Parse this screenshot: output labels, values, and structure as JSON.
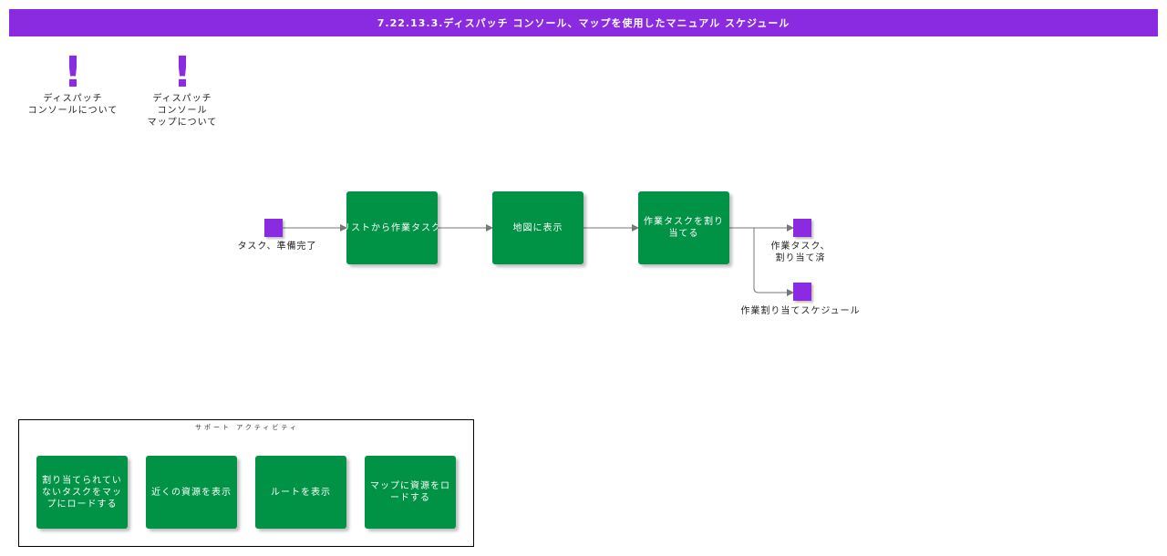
{
  "title": "7.22.13.3.ディスパッチ コンソール、マップを使用したマニュアル スケジュール",
  "info_links": [
    {
      "label": "ディスパッチ\nコンソールについて"
    },
    {
      "label": "ディスパッチ\nコンソール\nマップについて"
    }
  ],
  "info_icon_glyph": "!",
  "start_event": {
    "label": "タスク、準備完了"
  },
  "tasks": [
    {
      "label": "リストから作業タスク"
    },
    {
      "label": "地図に表示"
    },
    {
      "label": "作業タスクを割り当てる"
    }
  ],
  "end_events": [
    {
      "label": "作業タスク、\n割り当て済"
    },
    {
      "label": "作業割り当てスケジュール"
    }
  ],
  "support_group": {
    "title": "サポート アクティビティ",
    "tasks": [
      {
        "label": "割り当てられていないタスクをマップにロードする"
      },
      {
        "label": "近くの資源を表示"
      },
      {
        "label": "ルートを表示"
      },
      {
        "label": "マップに資源をロードする"
      }
    ]
  },
  "colors": {
    "accent": "#8a2be2",
    "task": "#009245",
    "connector": "#777777"
  }
}
